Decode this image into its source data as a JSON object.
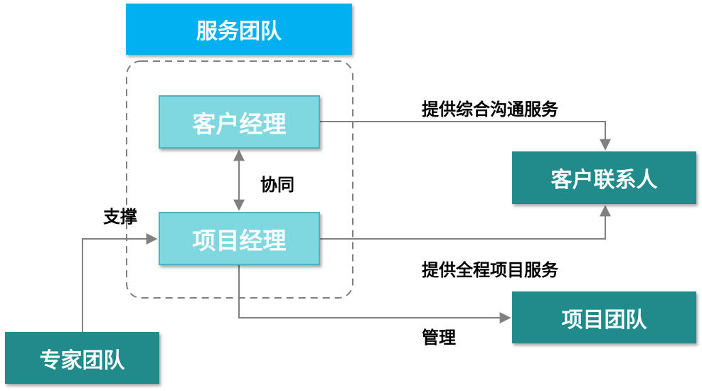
{
  "boxes": {
    "service_team": "服务团队",
    "account_manager": "客户经理",
    "project_manager": "项目经理",
    "customer_contact": "客户联系人",
    "project_team": "项目团队",
    "expert_team": "专家团队"
  },
  "labels": {
    "comprehensive_comm": "提供综合沟通服务",
    "full_process": "提供全程项目服务",
    "collaborate": "协同",
    "support": "支撑",
    "manage": "管理"
  },
  "colors": {
    "top_box": "#00b0f0",
    "light_box": "#7fd7e0",
    "dark_box": "#218a8b",
    "connector": "#808080",
    "dashed_border": "#808080"
  }
}
